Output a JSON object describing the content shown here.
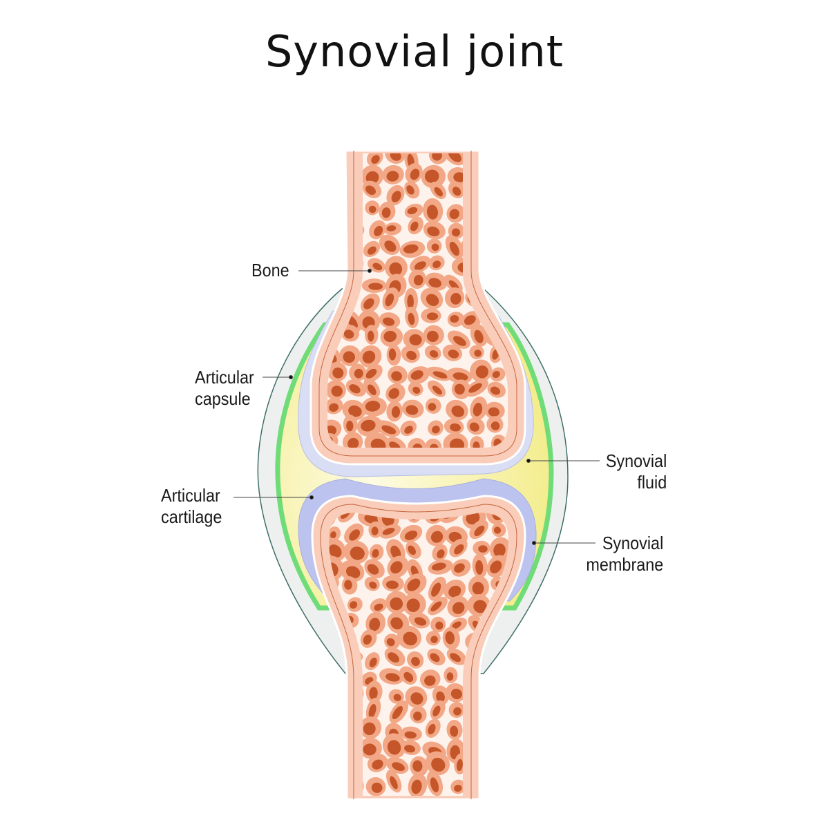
{
  "title": "Synovial joint",
  "labels": {
    "bone": "Bone",
    "capsule": [
      "Articular",
      "capsule"
    ],
    "cartilage": [
      "Articular",
      "cartilage"
    ],
    "fluid": [
      "Synovial",
      "fluid"
    ],
    "membrane": [
      "Synovial",
      "membrane"
    ]
  },
  "colors": {
    "capsule": "#eef0ef",
    "capsule_outline": "#3e6e68",
    "membrane": "#6fdc78",
    "fluid": "#f6f19c",
    "cartilage_upper": "#d9def4",
    "cartilage_lower": "#bcc3ee",
    "cortex": "#f9cdb9",
    "spongy": "#fdf2ec",
    "pore_dark": "#c5562a",
    "pore_light": "#f2a886"
  }
}
